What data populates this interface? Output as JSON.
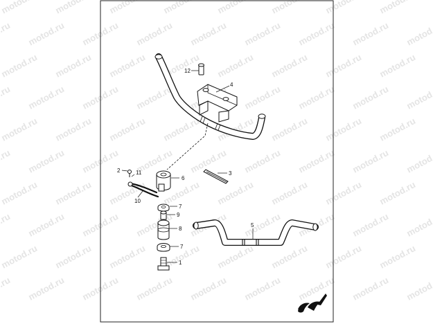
{
  "diagram": {
    "watermark_text": "motod.ru",
    "callouts": [
      {
        "id": "1",
        "label": "1"
      },
      {
        "id": "2",
        "label": "2"
      },
      {
        "id": "3",
        "label": "3"
      },
      {
        "id": "4",
        "label": "4"
      },
      {
        "id": "5",
        "label": "5"
      },
      {
        "id": "6",
        "label": "6"
      },
      {
        "id": "7a",
        "label": "7"
      },
      {
        "id": "7b",
        "label": "7"
      },
      {
        "id": "8",
        "label": "8"
      },
      {
        "id": "9",
        "label": "9"
      },
      {
        "id": "10",
        "label": "10"
      },
      {
        "id": "11",
        "label": "11"
      },
      {
        "id": "12",
        "label": "12"
      }
    ],
    "colors": {
      "ink": "#111111",
      "paper": "#ffffff",
      "watermark": "#e4e4e4",
      "background": "#ffffff"
    }
  }
}
